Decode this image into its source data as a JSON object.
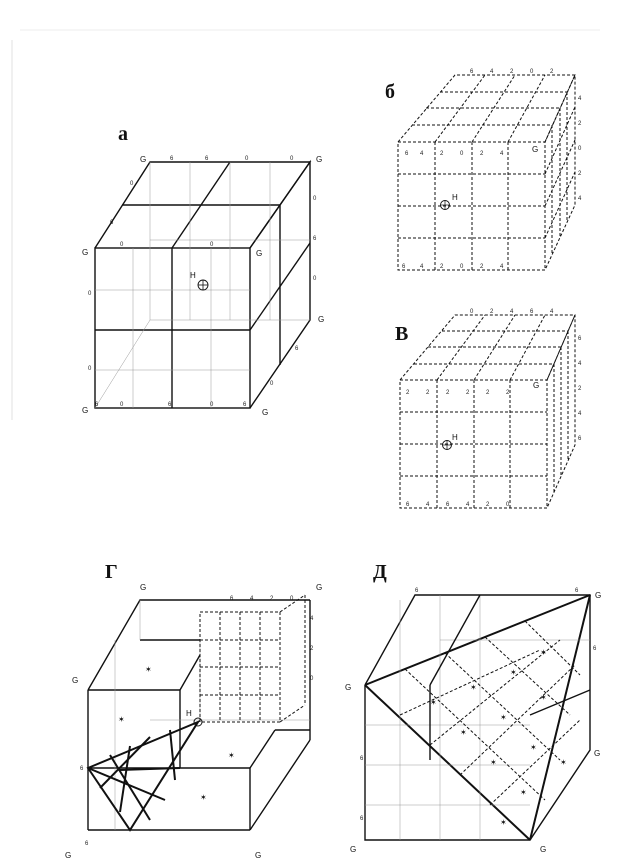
{
  "panels": [
    {
      "id": "a",
      "letter": "а"
    },
    {
      "id": "b",
      "letter": "б"
    },
    {
      "id": "v",
      "letter": "В"
    },
    {
      "id": "g",
      "letter": "Г"
    },
    {
      "id": "d",
      "letter": "Д"
    }
  ],
  "labels": {
    "G": "G",
    "H": "H",
    "n0": "0",
    "n2": "2",
    "n4": "4",
    "n6": "6"
  }
}
